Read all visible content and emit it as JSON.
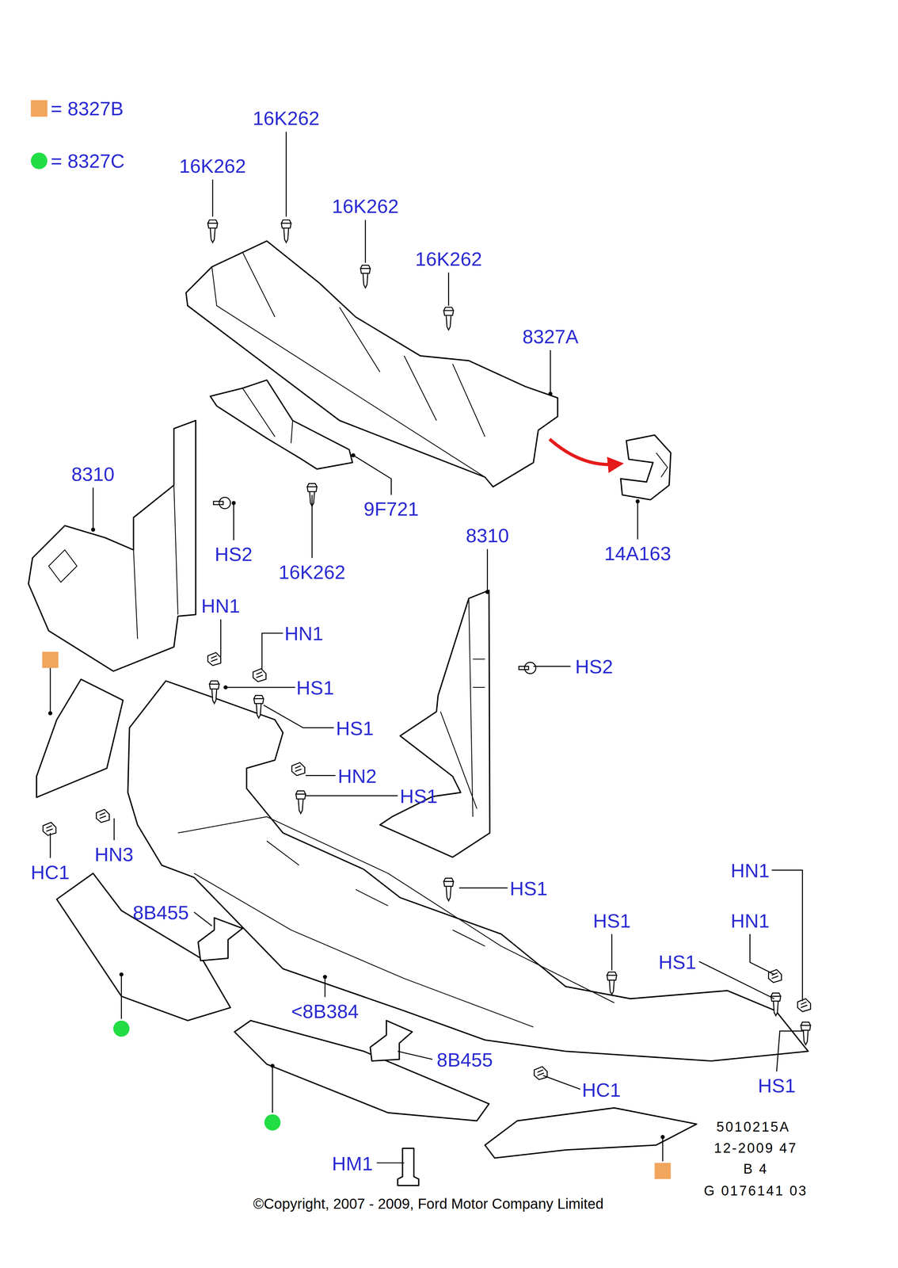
{
  "diagram": {
    "labels": [
      "16K262",
      "16K262",
      "16K262",
      "16K262",
      "8327A",
      "8310",
      "9F721",
      "HS2",
      "16K262",
      "14A163",
      "8310",
      "HN1",
      "HN1",
      "HS2",
      "HS1",
      "HS1",
      "HN2",
      "HS1",
      "HN3",
      "HC1",
      "HS1",
      "HN1",
      "8B455",
      "HS1",
      "HN1",
      "HS1",
      "<8B384",
      "8B455",
      "HC1",
      "HS1",
      "HM1",
      "5010215A",
      "12-2009 47",
      "B 4",
      "G 0176141 03",
      "©Copyright, 2007 - 2009, Ford Motor Company Limited"
    ],
    "legend": [
      {
        "text": "= 8327B",
        "color": "#f2a55c"
      },
      {
        "text": "= 8327C",
        "color": "#22dd44"
      }
    ]
  }
}
